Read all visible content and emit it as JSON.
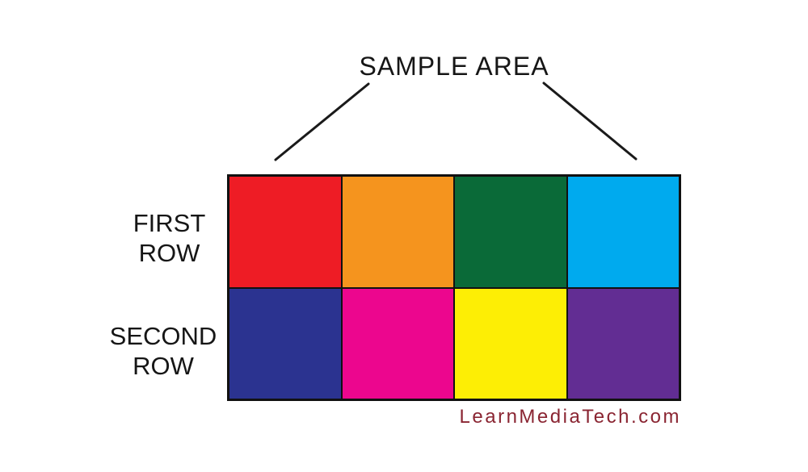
{
  "title": "SAMPLE AREA",
  "watermark": "LearnMediaTech.com",
  "colors": {
    "background": "#ffffff",
    "text": "#161616",
    "pointer_line": "#1a1a1a",
    "cell_border": "#111111",
    "watermark_text": "#8A2532"
  },
  "row_labels": [
    {
      "line1": "FIRST",
      "line2": "ROW"
    },
    {
      "line1": "SECOND",
      "line2": "ROW"
    }
  ],
  "grid": {
    "columns": 4,
    "rows_count": 2,
    "rows": [
      {
        "name": "first-row",
        "cells": [
          {
            "name": "red-swatch",
            "color": "#EE1C25"
          },
          {
            "name": "orange-swatch",
            "color": "#F5941E"
          },
          {
            "name": "green-swatch",
            "color": "#0A6A38"
          },
          {
            "name": "cyan-swatch",
            "color": "#00AAEE"
          }
        ]
      },
      {
        "name": "second-row",
        "cells": [
          {
            "name": "navy-swatch",
            "color": "#2B3390"
          },
          {
            "name": "magenta-swatch",
            "color": "#EC068E"
          },
          {
            "name": "yellow-swatch",
            "color": "#FDEE05"
          },
          {
            "name": "purple-swatch",
            "color": "#622D93"
          }
        ]
      }
    ]
  }
}
